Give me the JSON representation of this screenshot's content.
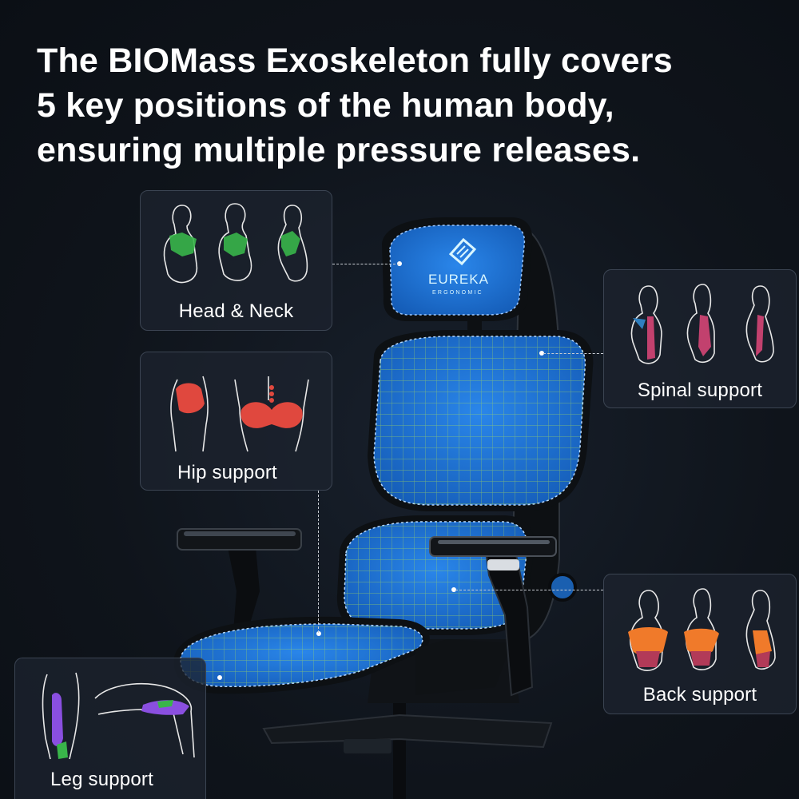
{
  "headline": {
    "line1": "The BIOMass Exoskeleton fully covers",
    "line2": "5 key positions of the human body,",
    "line3": "ensuring multiple pressure releases."
  },
  "chair": {
    "brand": "EUREKA",
    "brand_sub": "ERGONOMIC",
    "mesh_color": "#1f6fd1",
    "grid_color": "#c8f04a",
    "frame_color": "#111418"
  },
  "cards": {
    "head_neck": {
      "label": "Head & Neck",
      "accent": "#39b54a"
    },
    "hip": {
      "label": "Hip support",
      "accent": "#e0483e"
    },
    "spinal": {
      "label": "Spinal support",
      "accent": "#c2416e"
    },
    "back": {
      "label": "Back support",
      "accent": "#f07a2a"
    },
    "leg": {
      "label": "Leg support",
      "accent": "#8a4fe0"
    }
  },
  "colors": {
    "background": "#0d1117",
    "card_background": "#1c232e",
    "card_border": "#3b4452",
    "text": "#ffffff"
  }
}
